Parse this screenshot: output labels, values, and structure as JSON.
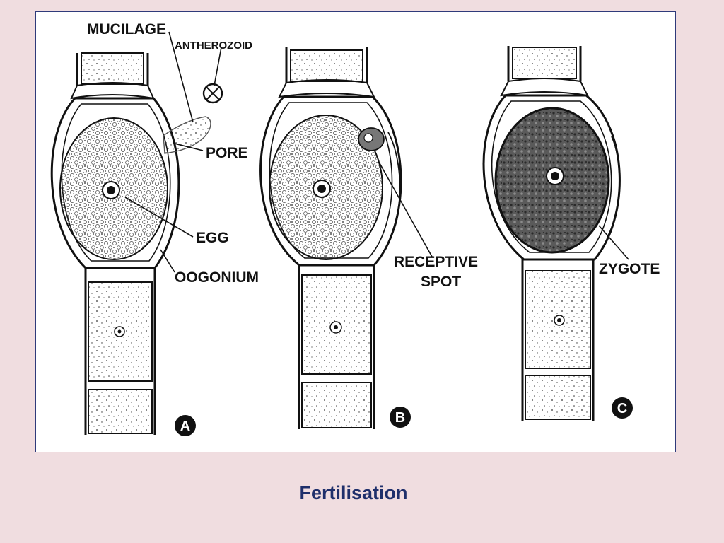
{
  "caption": "Fertilisation",
  "labels": {
    "mucilage": "MUCILAGE",
    "antherozoid": "ANTHEROZOID",
    "pore": "PORE",
    "egg": "EGG",
    "oogonium": "OOGONIUM",
    "receptive_1": "RECEPTIVE",
    "receptive_2": "SPOT",
    "zygote": "ZYGOTE"
  },
  "panels": [
    {
      "letter": "A"
    },
    {
      "letter": "B"
    },
    {
      "letter": "C"
    }
  ],
  "colors": {
    "background": "#f0dde0",
    "frame_border": "#2f3a7a",
    "caption": "#1f2f6b",
    "ink": "#111111"
  }
}
